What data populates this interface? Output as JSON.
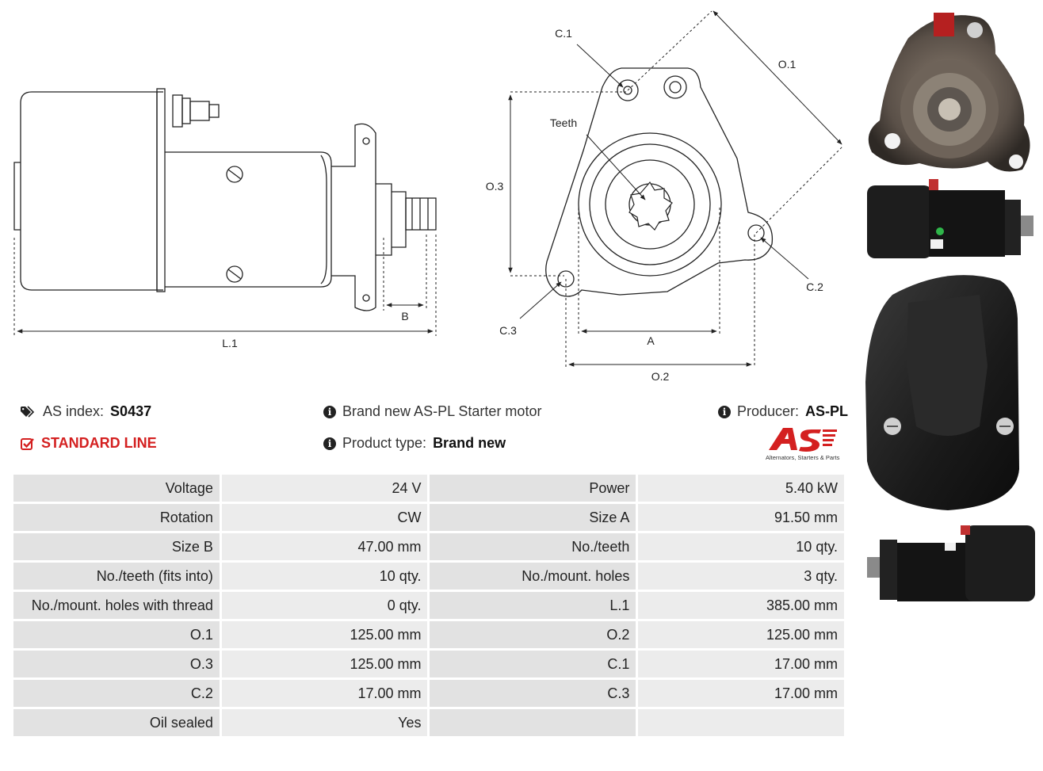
{
  "drawing_labels": {
    "c1": "C.1",
    "o1": "O.1",
    "teeth": "Teeth",
    "o3": "O.3",
    "c2": "C.2",
    "c3": "C.3",
    "a": "A",
    "o2": "O.2",
    "b": "B",
    "l1": "L.1"
  },
  "header": {
    "index_label": "AS index:",
    "index_value": "S0437",
    "line_label": "STANDARD LINE",
    "title_text": "Brand new AS-PL Starter motor",
    "type_label": "Product type:",
    "type_value": "Brand new",
    "producer_label": "Producer:",
    "producer_value": "AS-PL",
    "logo_tagline": "Alternators, Starters & Parts"
  },
  "colors": {
    "accent_red": "#d42020",
    "cell_key": "#e2e2e2",
    "cell_value": "#ececec"
  },
  "icons": [
    "tag-icon",
    "check-square-icon",
    "info-icon",
    "as-pl-logo"
  ],
  "specs": [
    [
      {
        "k": "Voltage",
        "v": "24 V"
      },
      {
        "k": "Power",
        "v": "5.40 kW"
      }
    ],
    [
      {
        "k": "Rotation",
        "v": "CW"
      },
      {
        "k": "Size A",
        "v": "91.50 mm"
      }
    ],
    [
      {
        "k": "Size B",
        "v": "47.00 mm"
      },
      {
        "k": "No./teeth",
        "v": "10 qty."
      }
    ],
    [
      {
        "k": "No./teeth (fits into)",
        "v": "10 qty."
      },
      {
        "k": "No./mount. holes",
        "v": "3 qty."
      }
    ],
    [
      {
        "k": "No./mount. holes with thread",
        "v": "0 qty."
      },
      {
        "k": "L.1",
        "v": "385.00 mm"
      }
    ],
    [
      {
        "k": "O.1",
        "v": "125.00 mm"
      },
      {
        "k": "O.2",
        "v": "125.00 mm"
      }
    ],
    [
      {
        "k": "O.3",
        "v": "125.00 mm"
      },
      {
        "k": "C.1",
        "v": "17.00 mm"
      }
    ],
    [
      {
        "k": "C.2",
        "v": "17.00 mm"
      },
      {
        "k": "C.3",
        "v": "17.00 mm"
      }
    ],
    [
      {
        "k": "Oil sealed",
        "v": "Yes"
      },
      {
        "k": "",
        "v": ""
      }
    ]
  ]
}
